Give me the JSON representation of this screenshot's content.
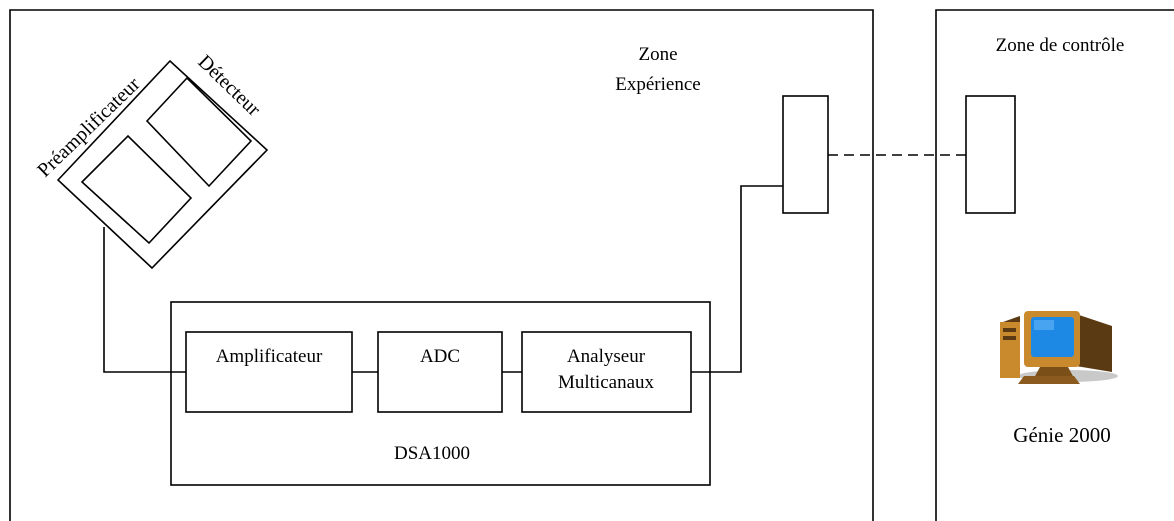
{
  "zones": {
    "experience_label_line1": "Zone",
    "experience_label_line2": "Expérience",
    "control_label": "Zone de contrôle"
  },
  "detector": {
    "preamp_label": "Préamplificateur",
    "detector_label": "Détecteur"
  },
  "dsa": {
    "label": "DSA1000",
    "amplifier_label": "Amplificateur",
    "adc_label": "ADC",
    "analyser_line1": "Analyseur",
    "analyser_line2": "Multicanaux"
  },
  "computer": {
    "label": "Génie 2000",
    "icon": "computer-icon",
    "colors": {
      "screen": "#1e88e5",
      "case": "#c98a2e",
      "dark": "#5a3a12"
    }
  }
}
